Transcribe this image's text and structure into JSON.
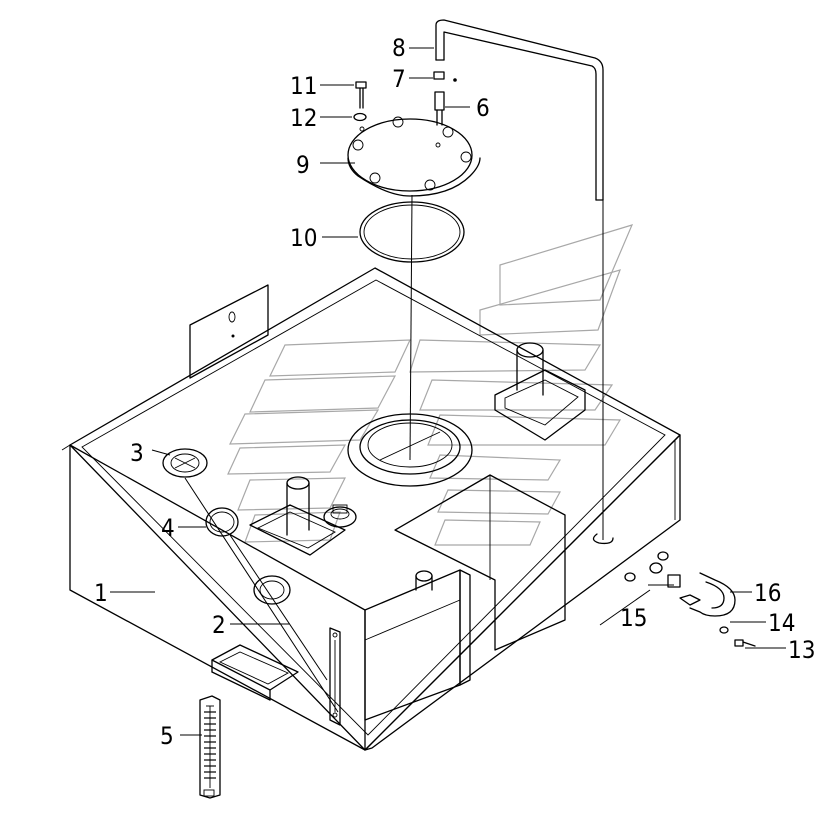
{
  "callouts": [
    {
      "label": "1"
    },
    {
      "label": "2"
    },
    {
      "label": "3"
    },
    {
      "label": "4"
    },
    {
      "label": "5"
    },
    {
      "label": "6"
    },
    {
      "label": "7"
    },
    {
      "label": "8"
    },
    {
      "label": "9"
    },
    {
      "label": "10"
    },
    {
      "label": "11"
    },
    {
      "label": "12"
    },
    {
      "label": "13"
    },
    {
      "label": "14"
    },
    {
      "label": "15"
    },
    {
      "label": "16"
    }
  ],
  "colors": {
    "line": "#000000",
    "watermark": "#a8a8a8",
    "background": "#ffffff"
  }
}
